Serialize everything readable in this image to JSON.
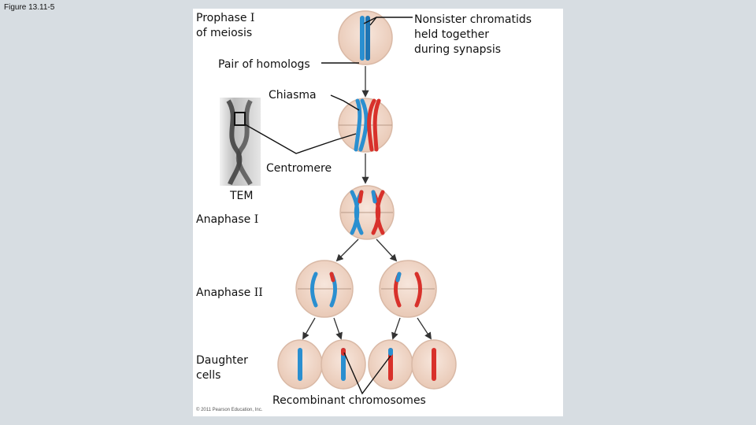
{
  "figure_id": "Figure 13.11-5",
  "labels": {
    "prophase_line1": "Prophase ",
    "prophase_numeral": "I",
    "prophase_line2": "of meiosis",
    "nonsister": "Nonsister chromatids\nheld together\nduring synapsis",
    "pair_of_homologs": "Pair of homologs",
    "chiasma": "Chiasma",
    "centromere": "Centromere",
    "tem": "TEM",
    "anaphase1_text": "Anaphase ",
    "anaphase1_numeral": "I",
    "anaphase2_text": "Anaphase ",
    "anaphase2_numeral": "II",
    "daughter_cells": "Daughter\ncells",
    "recombinant": "Recombinant chromosomes"
  },
  "copyright": "© 2011 Pearson Education, Inc.",
  "colors": {
    "background": "#d7dde2",
    "panel": "#ffffff",
    "cell_fill": "#f1d9cc",
    "cell_stroke": "#d9b9a6",
    "maternal_blue": "#2a8fd0",
    "paternal_red": "#d8312b",
    "arrow": "#333333"
  }
}
